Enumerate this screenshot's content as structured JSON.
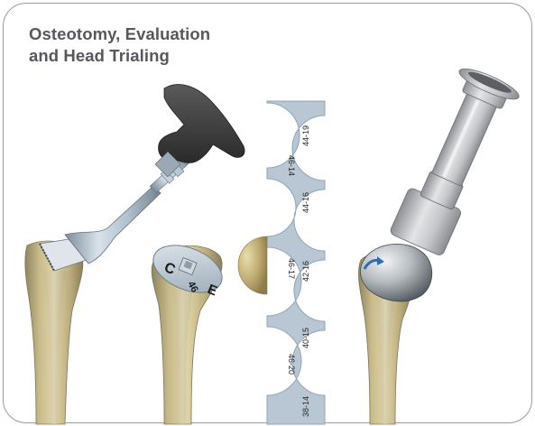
{
  "title": {
    "line1": "Osteotomy, Evaluation",
    "line2": "and Head Trialing"
  },
  "trial_cap": {
    "letter_c": "C",
    "letter_e": "E",
    "size": "46"
  },
  "gauge": {
    "labels": [
      "44-19",
      "46-14",
      "44-16",
      "46-17",
      "42-16",
      "40-15",
      "46-20",
      "38-14"
    ]
  },
  "colors": {
    "title": "#56585e",
    "frame_border": "#9a9a9a",
    "bone": "#c9b98a",
    "gauge": "#b8c7d3",
    "instrument": "#a9bccb",
    "handle": "#3a3a3a"
  }
}
